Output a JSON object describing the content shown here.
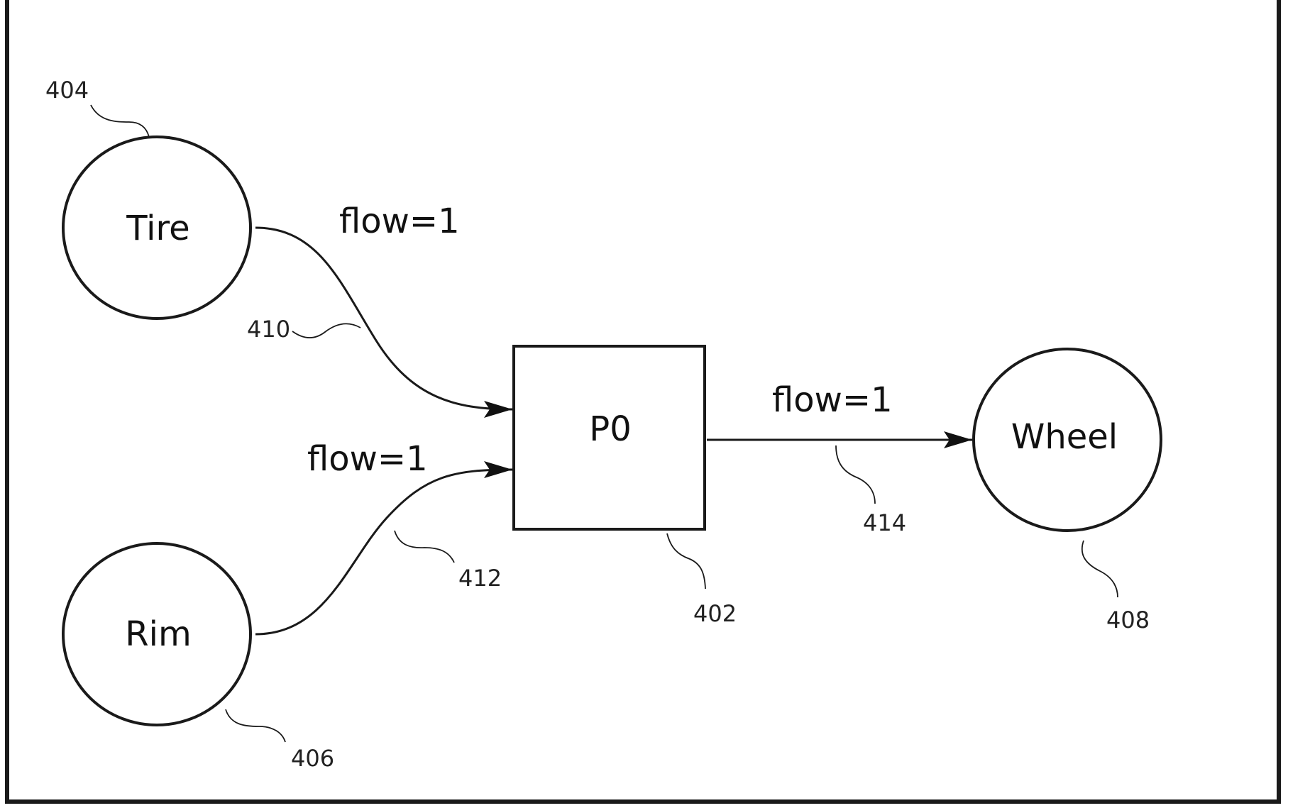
{
  "nodes": {
    "tire": {
      "label": "Tire",
      "ref": "404"
    },
    "rim": {
      "label": "Rim",
      "ref": "406"
    },
    "process": {
      "label": "P0",
      "ref": "402"
    },
    "wheel": {
      "label": "Wheel",
      "ref": "408"
    }
  },
  "edges": {
    "tire_to_process": {
      "label": "flow=1",
      "ref": "410"
    },
    "rim_to_process": {
      "label": "flow=1",
      "ref": "412"
    },
    "process_to_wheel": {
      "label": "flow=1",
      "ref": "414"
    }
  }
}
